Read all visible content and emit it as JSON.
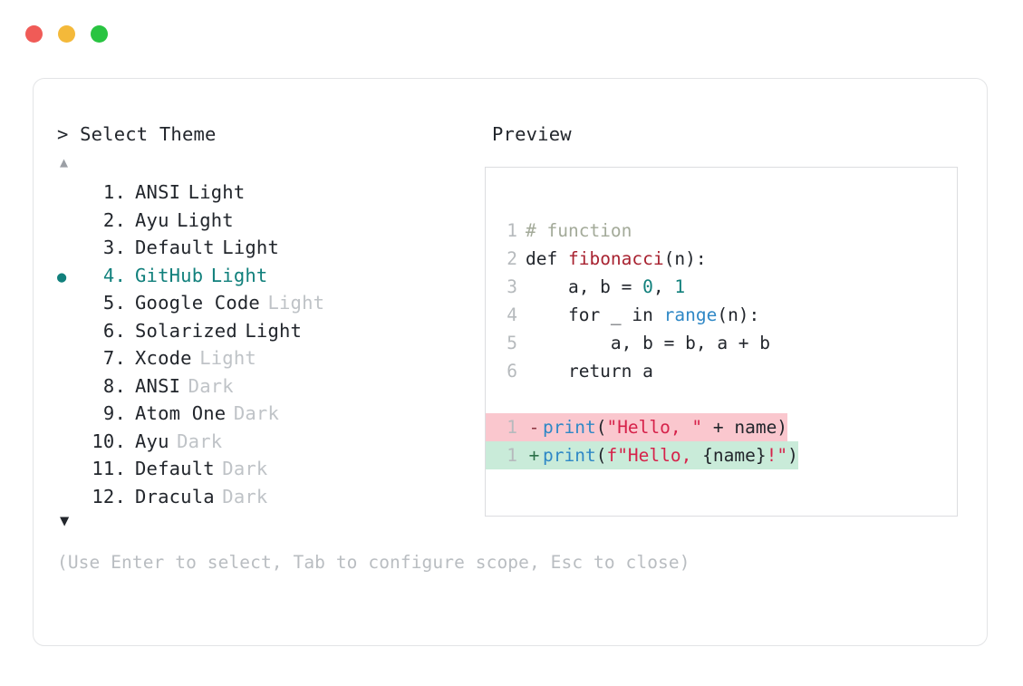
{
  "window": {
    "traffic_lights": [
      {
        "name": "close",
        "color": "#f05b57"
      },
      {
        "name": "minimize",
        "color": "#f4b93a"
      },
      {
        "name": "maximize",
        "color": "#29c441"
      }
    ]
  },
  "left_panel": {
    "prompt_caret": ">",
    "prompt_label": "Select Theme",
    "scroll_up_icon": "▲",
    "scroll_down_icon": "▼",
    "selected_index": 4,
    "bullet_icon": "●",
    "items": [
      {
        "number": "1.",
        "name": "ANSI",
        "variant": "Light",
        "variant_dim": false,
        "selected": false
      },
      {
        "number": "2.",
        "name": "Ayu",
        "variant": "Light",
        "variant_dim": false,
        "selected": false
      },
      {
        "number": "3.",
        "name": "Default",
        "variant": "Light",
        "variant_dim": false,
        "selected": false
      },
      {
        "number": "4.",
        "name": "GitHub",
        "variant": "Light",
        "variant_dim": false,
        "selected": true
      },
      {
        "number": "5.",
        "name": "Google Code",
        "variant": "Light",
        "variant_dim": true,
        "selected": false
      },
      {
        "number": "6.",
        "name": "Solarized",
        "variant": "Light",
        "variant_dim": false,
        "selected": false
      },
      {
        "number": "7.",
        "name": "Xcode",
        "variant": "Light",
        "variant_dim": true,
        "selected": false
      },
      {
        "number": "8.",
        "name": "ANSI",
        "variant": "Dark",
        "variant_dim": true,
        "selected": false
      },
      {
        "number": "9.",
        "name": "Atom One",
        "variant": "Dark",
        "variant_dim": true,
        "selected": false
      },
      {
        "number": "10.",
        "name": "Ayu",
        "variant": "Dark",
        "variant_dim": true,
        "selected": false
      },
      {
        "number": "11.",
        "name": "Default",
        "variant": "Dark",
        "variant_dim": true,
        "selected": false
      },
      {
        "number": "12.",
        "name": "Dracula",
        "variant": "Dark",
        "variant_dim": true,
        "selected": false
      }
    ]
  },
  "right_panel": {
    "label": "Preview",
    "code_lines": [
      {
        "ln": "1",
        "tokens": [
          {
            "t": "# function",
            "c": "comment"
          }
        ]
      },
      {
        "ln": "2",
        "tokens": [
          {
            "t": "def ",
            "c": "kw"
          },
          {
            "t": "fibonacci",
            "c": "fn"
          },
          {
            "t": "(n):",
            "c": "punct"
          }
        ]
      },
      {
        "ln": "3",
        "tokens": [
          {
            "t": "    a, b = ",
            "c": "plain"
          },
          {
            "t": "0",
            "c": "num"
          },
          {
            "t": ", ",
            "c": "plain"
          },
          {
            "t": "1",
            "c": "num"
          }
        ]
      },
      {
        "ln": "4",
        "tokens": [
          {
            "t": "    for _ in ",
            "c": "plain"
          },
          {
            "t": "range",
            "c": "builtin"
          },
          {
            "t": "(n):",
            "c": "punct"
          }
        ]
      },
      {
        "ln": "5",
        "tokens": [
          {
            "t": "        a, b = b, a + b",
            "c": "plain"
          }
        ]
      },
      {
        "ln": "6",
        "tokens": [
          {
            "t": "    return a",
            "c": "plain"
          }
        ]
      }
    ],
    "diff_lines": [
      {
        "ln": "1",
        "marker": "-",
        "kind": "del",
        "tokens": [
          {
            "t": "print",
            "c": "builtin"
          },
          {
            "t": "(",
            "c": "punct"
          },
          {
            "t": "\"Hello, \"",
            "c": "str"
          },
          {
            "t": " + name)",
            "c": "plain"
          }
        ]
      },
      {
        "ln": "1",
        "marker": "+",
        "kind": "add",
        "tokens": [
          {
            "t": "print",
            "c": "builtin"
          },
          {
            "t": "(",
            "c": "punct"
          },
          {
            "t": "f\"Hello, ",
            "c": "str"
          },
          {
            "t": "{name}",
            "c": "plain"
          },
          {
            "t": "!\"",
            "c": "str"
          },
          {
            "t": ")",
            "c": "punct"
          }
        ]
      }
    ]
  },
  "footer": {
    "hint": "(Use Enter to select, Tab to configure scope, Esc to close)"
  },
  "colors": {
    "accent_teal": "#11807c",
    "diff_del_bg": "#fac7ce",
    "diff_add_bg": "#c9ebd9",
    "text": "#22262c",
    "muted": "#b9bdc1"
  }
}
